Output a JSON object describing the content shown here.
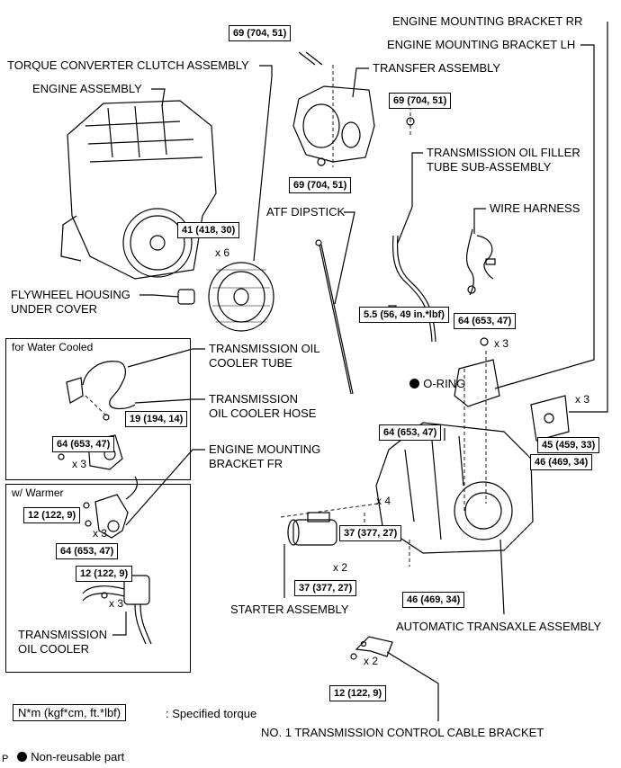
{
  "labels": {
    "engine_bracket_rr": "ENGINE MOUNTING BRACKET RR",
    "engine_bracket_lh": "ENGINE MOUNTING BRACKET LH",
    "torque_converter": "TORQUE CONVERTER CLUTCH ASSEMBLY",
    "transfer_assembly": "TRANSFER ASSEMBLY",
    "engine_assembly": "ENGINE ASSEMBLY",
    "filler_tube": "TRANSMISSION OIL FILLER\nTUBE SUB-ASSEMBLY",
    "wire_harness": "WIRE HARNESS",
    "atf_dipstick": "ATF DIPSTICK",
    "flywheel_cover": "FLYWHEEL HOUSING\nUNDER COVER",
    "o_ring": "O-RING",
    "cooler_tube": "TRANSMISSION OIL\nCOOLER TUBE",
    "cooler_hose": "TRANSMISSION\nOIL COOLER HOSE",
    "bracket_fr": "ENGINE MOUNTING\nBRACKET FR",
    "starter": "STARTER ASSEMBLY",
    "transaxle": "AUTOMATIC TRANSAXLE ASSEMBLY",
    "oil_cooler": "TRANSMISSION\nOIL COOLER",
    "control_cable_bracket": "NO. 1 TRANSMISSION CONTROL CABLE BRACKET",
    "panel_water": "for Water Cooled",
    "panel_warmer": "w/ Warmer",
    "page_marker": "P"
  },
  "torques": {
    "t1": "69 (704, 51)",
    "t2": "69 (704, 51)",
    "t3": "69 (704, 51)",
    "t4": "41 (418, 30)",
    "t5": "5.5 (56, 49 in.*lbf)",
    "t6": "64 (653, 47)",
    "t7": "19 (194, 14)",
    "t8": "64 (653, 47)",
    "t9": "64 (653, 47)",
    "t10": "45 (459, 33)",
    "t11": "46 (469, 34)",
    "t12": "12 (122, 9)",
    "t13": "37 (377, 27)",
    "t14": "64 (653, 47)",
    "t15": "12 (122, 9)",
    "t16": "37 (377, 27)",
    "t17": "46 (469, 34)",
    "t18": "12 (122, 9)"
  },
  "quantities": {
    "q1": "x 6",
    "q2": "x 3",
    "q3": "x 3",
    "q4": "x 3",
    "q5": "x 4",
    "q6": "x 3",
    "q7": "x 2",
    "q8": "x 3",
    "q9": "x 2"
  },
  "legend": {
    "torque_unit": "N*m (kgf*cm, ft.*lbf)",
    "torque_desc": ": Specified torque",
    "nonreusable": "Non-reusable part"
  }
}
